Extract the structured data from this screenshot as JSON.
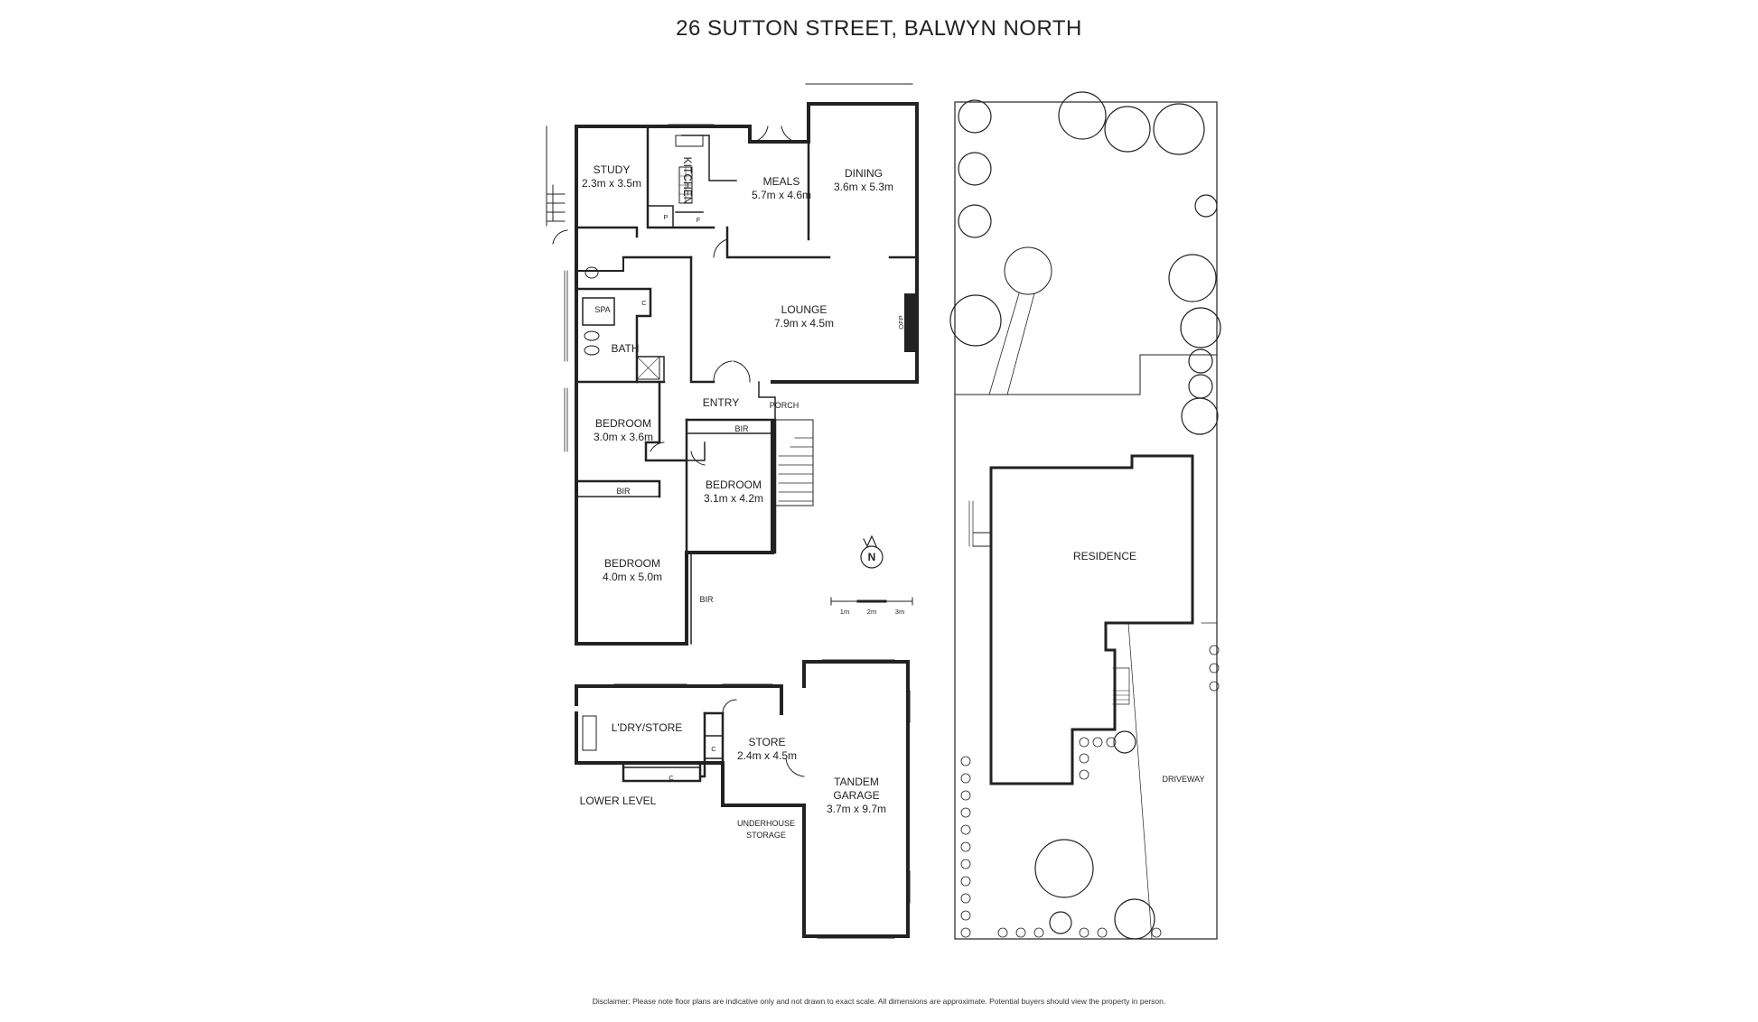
{
  "title": "26 SUTTON STREET, BALWYN NORTH",
  "disclaimer": "Disclaimer: Please note floor plans are indicative only and not drawn to exact scale. All dimensions are approximate. Potential buyers should view the property in person.",
  "rooms": {
    "study": {
      "name": "STUDY",
      "size": "2.3m x 3.5m"
    },
    "kitchen": {
      "name": "KITCHEN"
    },
    "meals": {
      "name": "MEALS",
      "size": "5.7m x 4.6m"
    },
    "dining": {
      "name": "DINING",
      "size": "3.6m x 5.3m"
    },
    "lounge": {
      "name": "LOUNGE",
      "size": "7.9m x 4.5m"
    },
    "bath": {
      "name": "BATH"
    },
    "spa": {
      "name": "SPA"
    },
    "entry": {
      "name": "ENTRY"
    },
    "porch": {
      "name": "PORCH"
    },
    "bedroom1": {
      "name": "BEDROOM",
      "size": "3.0m x 3.6m"
    },
    "bedroom2": {
      "name": "BEDROOM",
      "size": "3.1m x 4.2m"
    },
    "bedroom3": {
      "name": "BEDROOM",
      "size": "4.0m x 5.0m"
    },
    "laundry": {
      "name": "L'DRY/STORE"
    },
    "store": {
      "name": "STORE",
      "size": "2.4m x 4.5m"
    },
    "garage": {
      "name": "TANDEM",
      "name2": "GARAGE",
      "size": "3.7m x 9.7m"
    },
    "underhouse": {
      "name": "UNDERHOUSE",
      "name2": "STORAGE"
    }
  },
  "markers": {
    "pantry": "P",
    "fridge": "F",
    "cupboard": "C",
    "bir": "BIR",
    "ofp": "OFP"
  },
  "level_label": "LOWER LEVEL",
  "site": {
    "residence": "RESIDENCE",
    "driveway": "DRIVEWAY"
  },
  "compass": {
    "letter": "N"
  },
  "scale": {
    "labels": [
      "1m",
      "2m",
      "3m"
    ]
  }
}
